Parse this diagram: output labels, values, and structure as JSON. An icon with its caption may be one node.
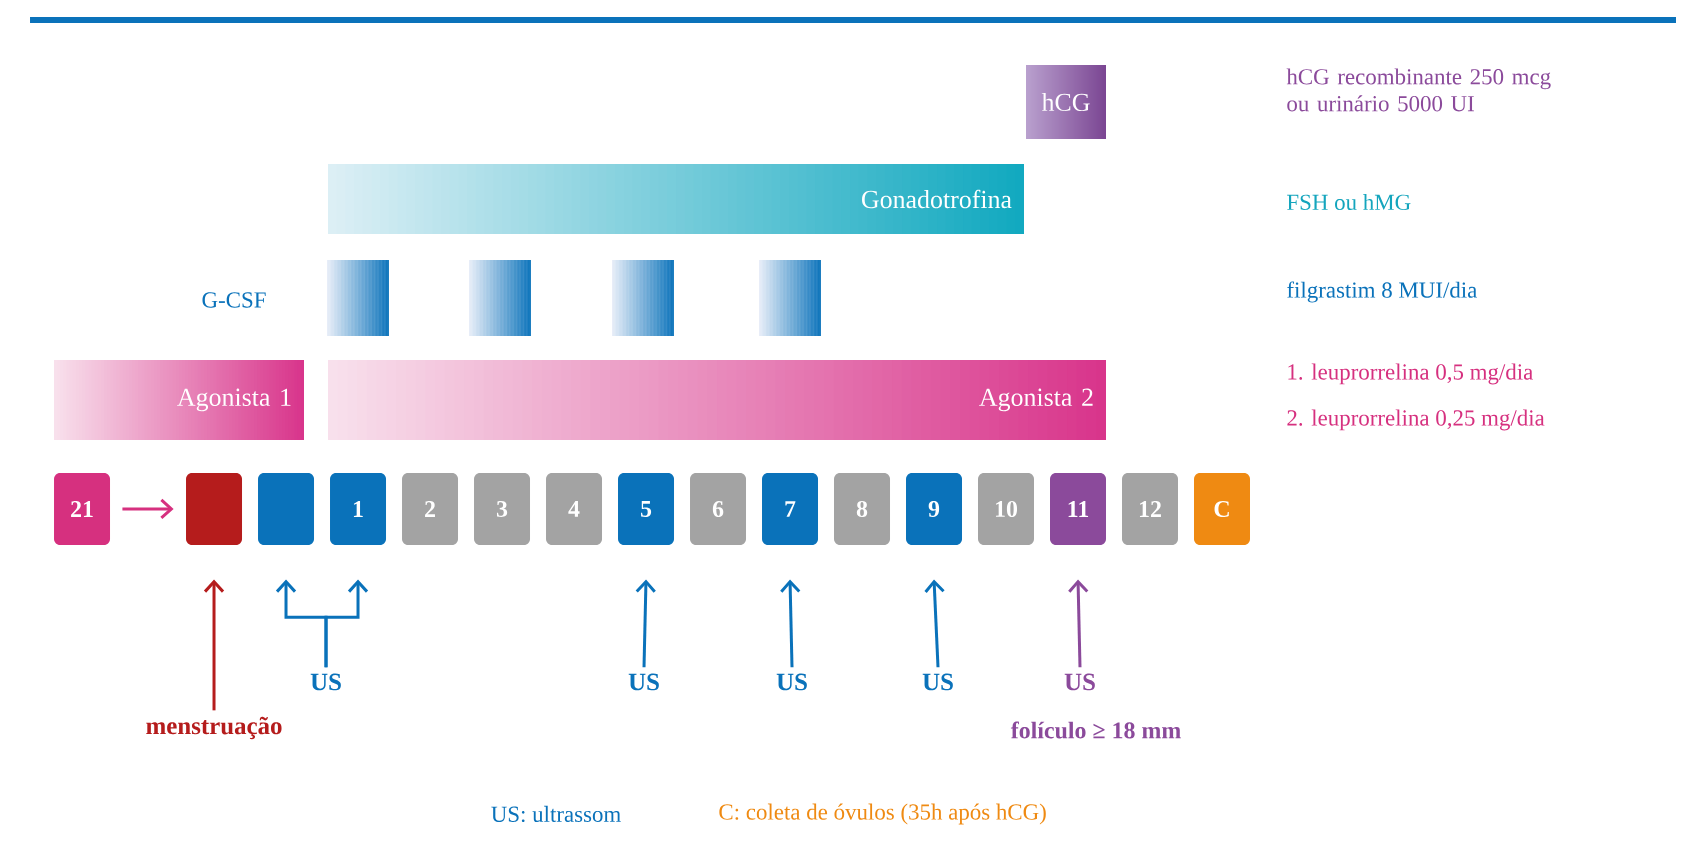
{
  "diagram": {
    "nodes": [
      {
        "text": [
          "hCG"
        ]
      },
      {
        "text": [
          "Gonadotrofina"
        ]
      },
      {
        "text": [],
        "shape": "box"
      },
      {
        "text": [],
        "shape": "box"
      },
      {
        "text": [],
        "shape": "box"
      },
      {
        "text": [],
        "shape": "box"
      },
      {
        "text": [
          "Agonista 1"
        ]
      },
      {
        "text": [
          "Agonista 2"
        ]
      },
      {
        "text": [
          "21"
        ]
      },
      {
        "text": [],
        "shape": "box"
      },
      {
        "text": [],
        "shape": "box"
      },
      {
        "text": [
          "1"
        ]
      },
      {
        "text": [
          "2"
        ]
      },
      {
        "text": [
          "3"
        ]
      },
      {
        "text": [
          "4"
        ]
      },
      {
        "text": [
          "5"
        ]
      },
      {
        "text": [
          "6"
        ]
      },
      {
        "text": [
          "7"
        ]
      },
      {
        "text": [
          "8"
        ]
      },
      {
        "text": [
          "9"
        ]
      },
      {
        "text": [
          "10"
        ]
      },
      {
        "text": [
          "11"
        ]
      },
      {
        "text": [
          "12"
        ]
      },
      {
        "text": [
          "C"
        ]
      },
      {
        "text": [
          "US"
        ]
      },
      {
        "text": [
          "US"
        ]
      },
      {
        "text": [
          "US"
        ]
      },
      {
        "text": [
          "US"
        ]
      },
      {
        "text": [
          "US"
        ],
        "beside": [
          "folículo ≥ 18 mm"
        ]
      },
      {
        "text": [
          "menstruação"
        ]
      }
    ],
    "edges": [
      {
        "from": 8,
        "to": 9,
        "arrow": "to",
        "color": "#d6307f"
      },
      {
        "from": 29,
        "to": 9,
        "arrow": "to",
        "color": "#b51c1c"
      },
      {
        "from": 24,
        "to": 10,
        "arrow": "to"
      },
      {
        "from": 24,
        "to": 11,
        "arrow": "to"
      },
      {
        "from": 25,
        "to": 15,
        "arrow": "to"
      },
      {
        "from": 26,
        "to": 17,
        "arrow": "to"
      },
      {
        "from": 27,
        "to": 19,
        "arrow": "to"
      },
      {
        "from": 28,
        "to": 21,
        "arrow": "to",
        "color": "#8b4a9b"
      }
    ],
    "labels": [
      "G-CSF",
      "hCG recombinante 250 mcg ou urinário 5000 UI",
      "FSH ou hMG",
      "filgrastim 8 MUI/dia",
      "1. leuprorrelina 0,5 mg/dia",
      "2. leuprorrelina 0,25 mg/dia",
      "US: ultrassom",
      "C: coleta de óvulos (35h após hCG)"
    ]
  }
}
